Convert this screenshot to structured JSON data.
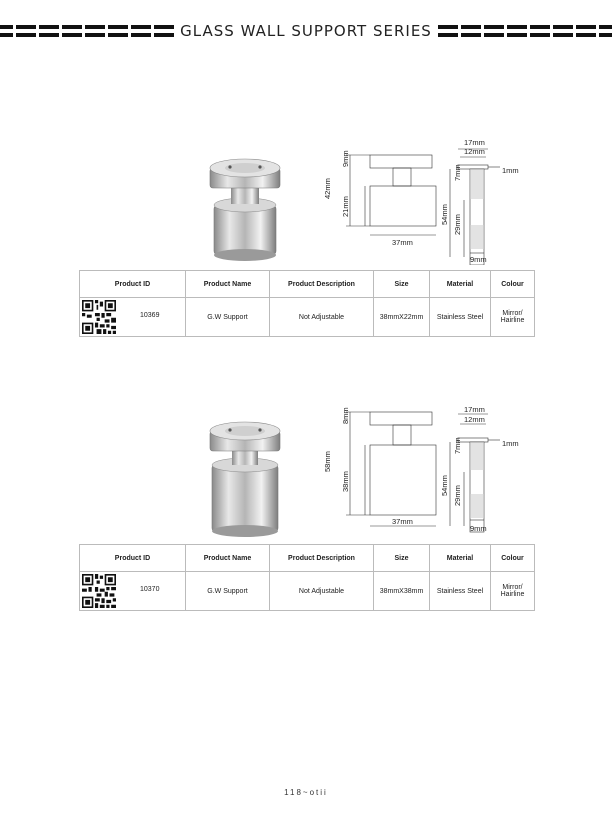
{
  "header": {
    "title": "GLASS WALL SUPPORT SERIES"
  },
  "table_headers": {
    "product_id": "Product ID",
    "product_name": "Product Name",
    "product_description": "Product Description",
    "size": "Size",
    "material": "Material",
    "colour": "Colour"
  },
  "products": [
    {
      "dims": {
        "top_width": "17mm",
        "top_inner": "12mm",
        "flange": "1mm",
        "cap_height": "9mm",
        "total_height": "42mm",
        "body_height": "21mm",
        "base_width": "37mm",
        "neck": "7mm",
        "side_height": "54mm",
        "lower": "29mm",
        "bottom": "9mm"
      },
      "row": {
        "id": "10369",
        "name": "G.W Support",
        "description": "Not Adjustable",
        "size": "38mmX22mm",
        "material": "Stainless Steel",
        "colour": "Mirror/ Hairline"
      }
    },
    {
      "dims": {
        "top_width": "17mm",
        "top_inner": "12mm",
        "flange": "1mm",
        "cap_height": "8mm",
        "total_height": "58mm",
        "body_height": "38mm",
        "base_width": "37mm",
        "neck": "7mm",
        "side_height": "54mm",
        "lower": "29mm",
        "bottom": "9mm"
      },
      "row": {
        "id": "10370",
        "name": "G.W Support",
        "description": "Not Adjustable",
        "size": "38mmX38mm",
        "material": "Stainless Steel",
        "colour": "Mirror/ Hairline"
      }
    }
  ],
  "footer": {
    "page_number": "118~otii"
  }
}
